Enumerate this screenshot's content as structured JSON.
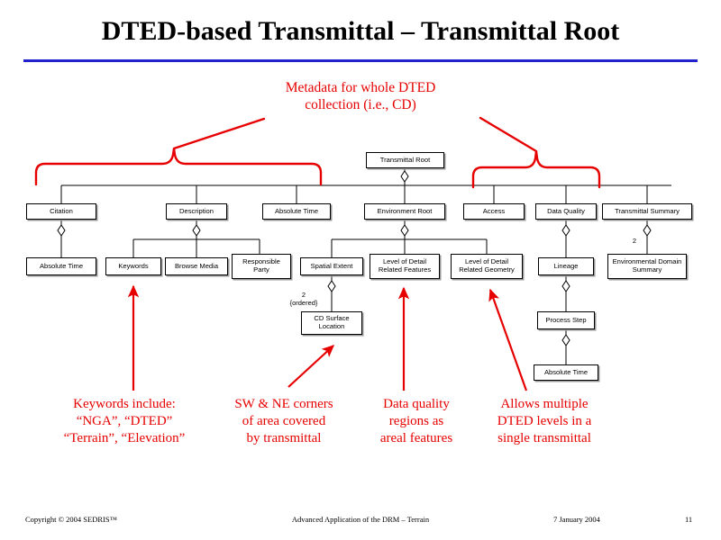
{
  "slide": {
    "title": "DTED-based Transmittal – Transmittal Root",
    "accent_color": "#2222cc",
    "callout_color": "#e60000"
  },
  "callouts": {
    "top": [
      "Metadata for whole DTED",
      "collection (i.e., CD)"
    ],
    "keywords": [
      "Keywords include:",
      "“NGA”, “DTED”",
      "“Terrain”, “Elevation”"
    ],
    "spatial": [
      "SW & NE corners",
      "of area covered",
      "by transmittal"
    ],
    "dataquality": [
      "Data quality",
      "regions as",
      "areal features"
    ],
    "lod": [
      "Allows multiple",
      "DTED levels in a",
      "single transmittal"
    ]
  },
  "diagram": {
    "root": {
      "label": "Transmittal Root"
    },
    "level1": [
      {
        "label": "Citation"
      },
      {
        "label": "Description"
      },
      {
        "label": "Absolute Time"
      },
      {
        "label": "Environment Root"
      },
      {
        "label": "Access"
      },
      {
        "label": "Data Quality"
      },
      {
        "label": "Transmittal Summary"
      }
    ],
    "level2": [
      {
        "label": "Absolute Time"
      },
      {
        "label": "Keywords"
      },
      {
        "label": "Browse Media"
      },
      {
        "label": "Responsible Party"
      },
      {
        "label": "Spatial Extent"
      },
      {
        "label": "Level of Detail Related Features"
      },
      {
        "label": "Level of Detail Related Geometry"
      },
      {
        "label": "Lineage"
      },
      {
        "label": "Environmental Domain Summary"
      }
    ],
    "level3": [
      {
        "label": "CD Surface Location"
      },
      {
        "label": "Process Step"
      }
    ],
    "level4": [
      {
        "label": "Absolute Time"
      }
    ],
    "multiplicities": {
      "spatial_extent_count": "2",
      "spatial_extent_ordered": "{ordered}",
      "env_domain_summary_count": "2"
    }
  },
  "footer": {
    "copyright": "Copyright © 2004 SEDRIS™",
    "center": "Advanced Application of the DRM – Terrain",
    "date": "7 January 2004",
    "page": "11"
  }
}
